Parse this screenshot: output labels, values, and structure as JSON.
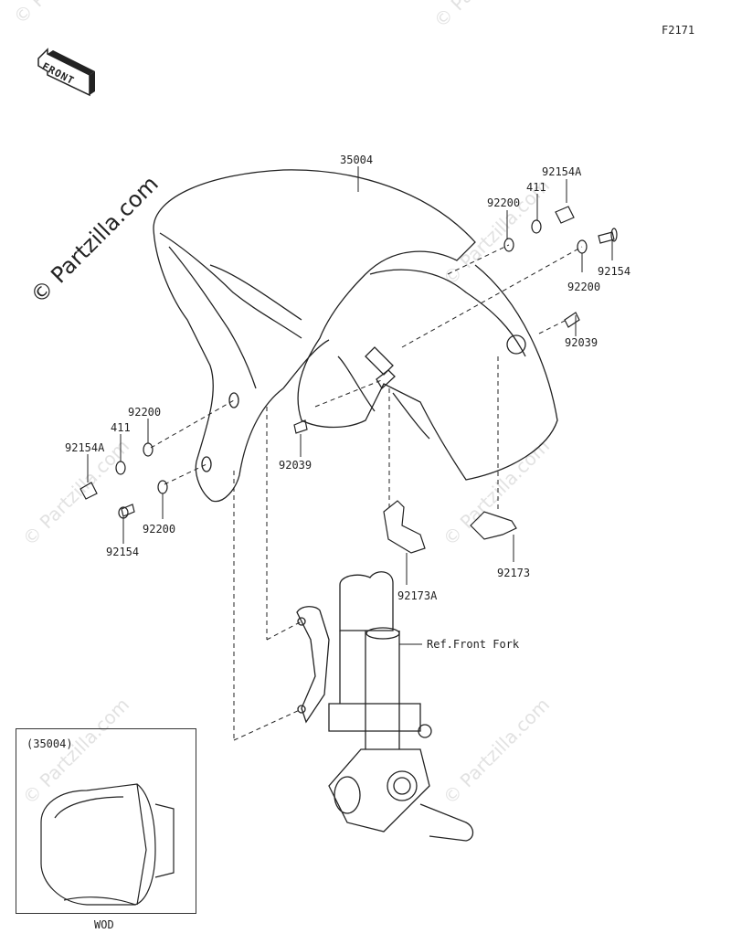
{
  "figure_code": "F2171",
  "orientation_badge": "FRONT",
  "watermark": "© Partzilla.com",
  "parts": {
    "fender": "35004",
    "collar_a": "92154A",
    "collar_a_left": "92154A",
    "washer_411_right": "411",
    "washer_411_left": "411",
    "washer_92200_top_left": "92200",
    "washer_92200_right": "92200",
    "washer_92200_left_upper": "92200",
    "washer_92200_left_lower": "92200",
    "bolt_92154_right": "92154",
    "bolt_92154_left": "92154",
    "clip_92039_right": "92039",
    "clip_92039_center": "92039",
    "bracket_92173A": "92173A",
    "bracket_92173": "92173"
  },
  "reference": "Ref.Front Fork",
  "inset": {
    "title": "(35004)",
    "caption": "WOD"
  }
}
